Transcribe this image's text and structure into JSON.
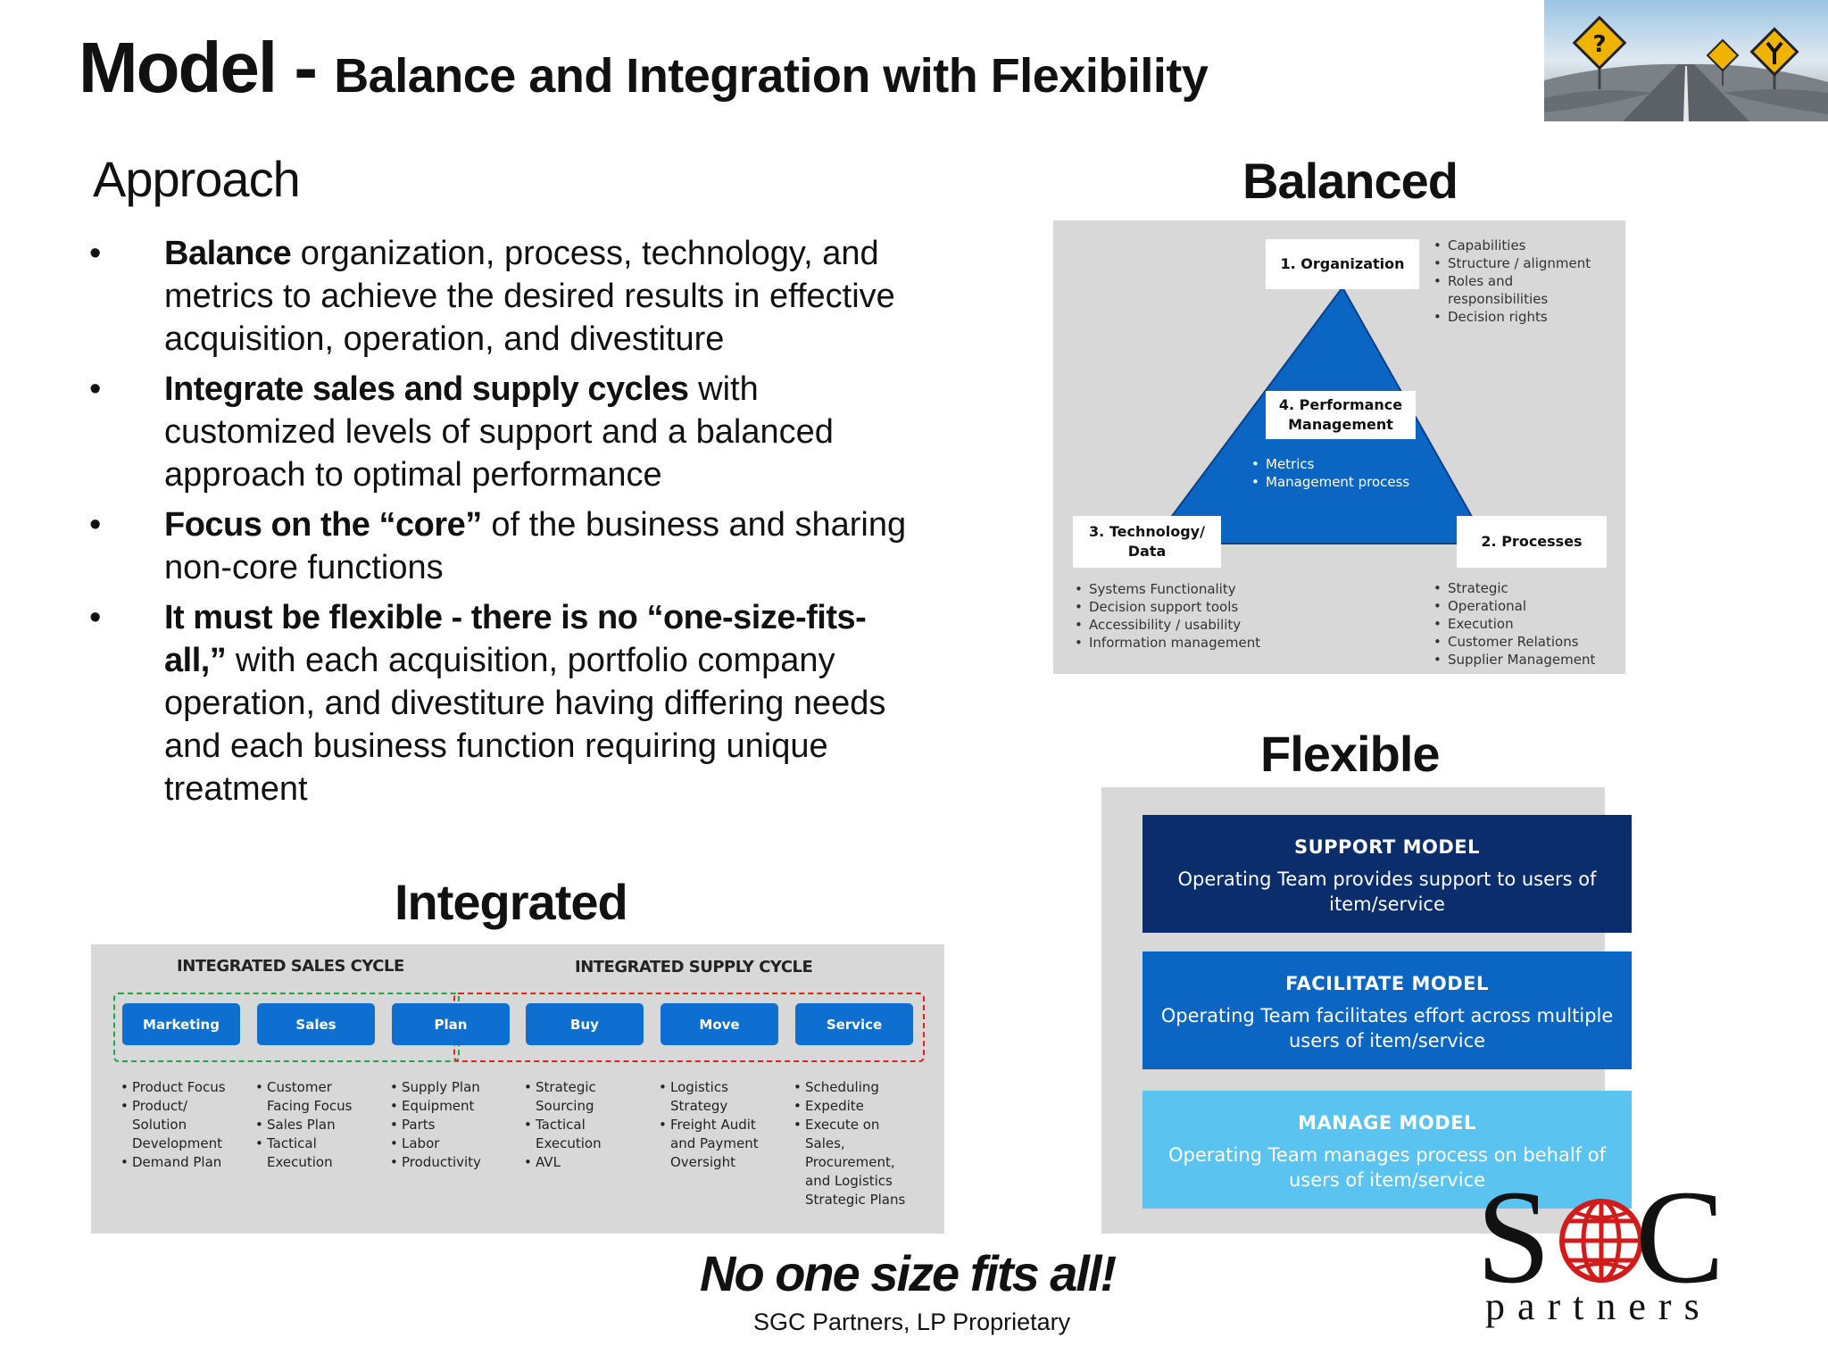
{
  "title": {
    "main": "Model - ",
    "sub": "Balance and Integration with Flexibility"
  },
  "approach": {
    "heading": "Approach",
    "bullets": [
      {
        "bullet": "•",
        "bold": "Balance",
        "text": " organization, process, technology, and metrics to achieve the desired results  in effective acquisition, operation, and divestiture"
      },
      {
        "bullet": "•",
        "bold": "Integrate sales and supply cycles",
        "text": " with customized levels of support and a balanced approach to optimal performance"
      },
      {
        "bullet": "•",
        "bold": "Focus on the “core”",
        "text": " of the business and sharing non-core functions"
      },
      {
        "bullet": "•",
        "bold": "It must be flexible - there is no “one-size-fits-all,”",
        "text": " with each acquisition, portfolio company operation, and divestiture having differing needs and each business function requiring unique treatment"
      }
    ]
  },
  "balanced": {
    "heading": "Balanced",
    "organization": "1. Organization",
    "organization_items": [
      "Capabilities",
      "Structure / alignment",
      "Roles and responsibilities",
      "Decision rights"
    ],
    "performance": "4. Performance Management",
    "performance_items": [
      "Metrics",
      "Management process"
    ],
    "technology": "3. Technology/ Data",
    "technology_items": [
      "Systems Functionality",
      "Decision support tools",
      "Accessibility / usability",
      "Information management"
    ],
    "processes": "2. Processes",
    "processes_items": [
      "Strategic",
      "Operational",
      "Execution",
      "Customer Relations",
      "Supplier Management"
    ],
    "colors": {
      "triangle": "#0a66c2",
      "panel": "#d8d8d8"
    }
  },
  "integrated": {
    "heading": "Integrated",
    "sales_cycle": "INTEGRATED SALES CYCLE",
    "supply_cycle": "INTEGRATED SUPPLY CYCLE",
    "steps": [
      {
        "label": "Marketing",
        "items": [
          "Product Focus",
          "Product/ Solution Development",
          "Demand Plan"
        ]
      },
      {
        "label": "Sales",
        "items": [
          "Customer Facing Focus",
          "Sales Plan",
          "Tactical Execution"
        ]
      },
      {
        "label": "Plan",
        "items": [
          "Supply Plan",
          "Equipment",
          "Parts",
          "Labor",
          "Productivity"
        ]
      },
      {
        "label": "Buy",
        "items": [
          "Strategic Sourcing",
          "Tactical Execution",
          "AVL"
        ]
      },
      {
        "label": "Move",
        "items": [
          "Logistics Strategy",
          "Freight Audit and Payment Oversight"
        ]
      },
      {
        "label": "Service",
        "items": [
          "Scheduling",
          "Expedite",
          "Execute on Sales, Procurement, and Logistics Strategic Plans"
        ]
      }
    ],
    "colors": {
      "sales_border": "#1fa34a",
      "supply_border": "#e02020",
      "button": "#0f6fd0"
    }
  },
  "flexible": {
    "heading": "Flexible",
    "models": [
      {
        "title": "SUPPORT MODEL",
        "desc": "Operating Team provides support to users of item/service",
        "color": "#0b2d6b"
      },
      {
        "title": "FACILITATE  MODEL",
        "desc": "Operating Team facilitates effort across multiple  users of item/service",
        "color": "#0a66c2"
      },
      {
        "title": "MANAGE MODEL",
        "desc": "Operating Team manages process on behalf of users of item/service",
        "color": "#5bc3f0"
      }
    ]
  },
  "tagline": "No one size fits all!",
  "footer": "SGC Partners, LP Proprietary",
  "logo": {
    "letters": "SGC",
    "text": "partners",
    "colors": {
      "globe": "#d31b1b",
      "letters": "#111111"
    }
  }
}
